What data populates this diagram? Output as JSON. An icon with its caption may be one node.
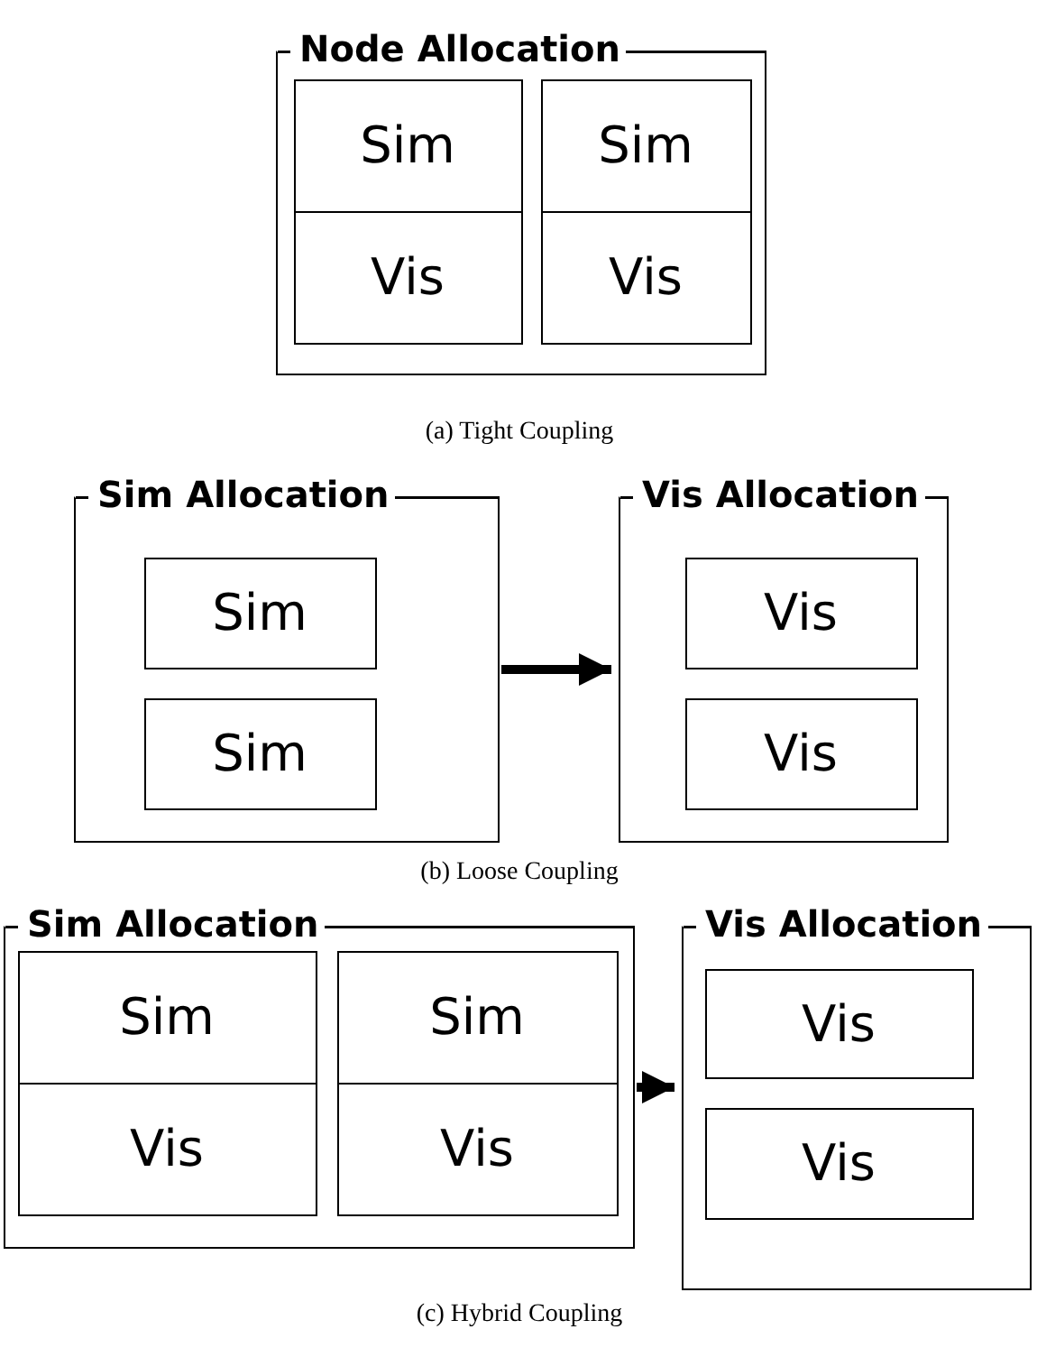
{
  "diagram": {
    "nodes": [
      {
        "text": [
          "Node Allocation"
        ]
      },
      {
        "text": [],
        "shape": "box",
        "in": 0
      },
      {
        "text": [
          "Sim"
        ],
        "in": 1
      },
      {
        "text": [
          "Vis"
        ],
        "in": 1
      },
      {
        "text": [],
        "shape": "box",
        "in": 0
      },
      {
        "text": [
          "Sim"
        ],
        "in": 4
      },
      {
        "text": [
          "Vis"
        ],
        "in": 4
      },
      {
        "text": [
          "Sim Allocation"
        ]
      },
      {
        "text": [
          "Sim"
        ],
        "in": 7
      },
      {
        "text": [
          "Sim"
        ],
        "in": 7
      },
      {
        "text": [
          "Vis Allocation"
        ]
      },
      {
        "text": [
          "Vis"
        ],
        "in": 10
      },
      {
        "text": [
          "Vis"
        ],
        "in": 10
      },
      {
        "text": [
          "Sim Allocation"
        ]
      },
      {
        "text": [],
        "shape": "box",
        "in": 13
      },
      {
        "text": [
          "Sim"
        ],
        "in": 14
      },
      {
        "text": [
          "Vis"
        ],
        "in": 14
      },
      {
        "text": [],
        "shape": "box",
        "in": 13
      },
      {
        "text": [
          "Sim"
        ],
        "in": 17
      },
      {
        "text": [
          "Vis"
        ],
        "in": 17
      },
      {
        "text": [
          "Vis Allocation"
        ]
      },
      {
        "text": [
          "Vis"
        ],
        "in": 20
      },
      {
        "text": [
          "Vis"
        ],
        "in": 20
      }
    ],
    "edges": [
      {
        "from": 7,
        "to": 10,
        "arrow": "to"
      },
      {
        "from": 13,
        "to": 20,
        "arrow": "to"
      }
    ],
    "labels": [
      "(a) Tight Coupling",
      "(b) Loose Coupling",
      "(c) Hybrid Coupling"
    ]
  }
}
